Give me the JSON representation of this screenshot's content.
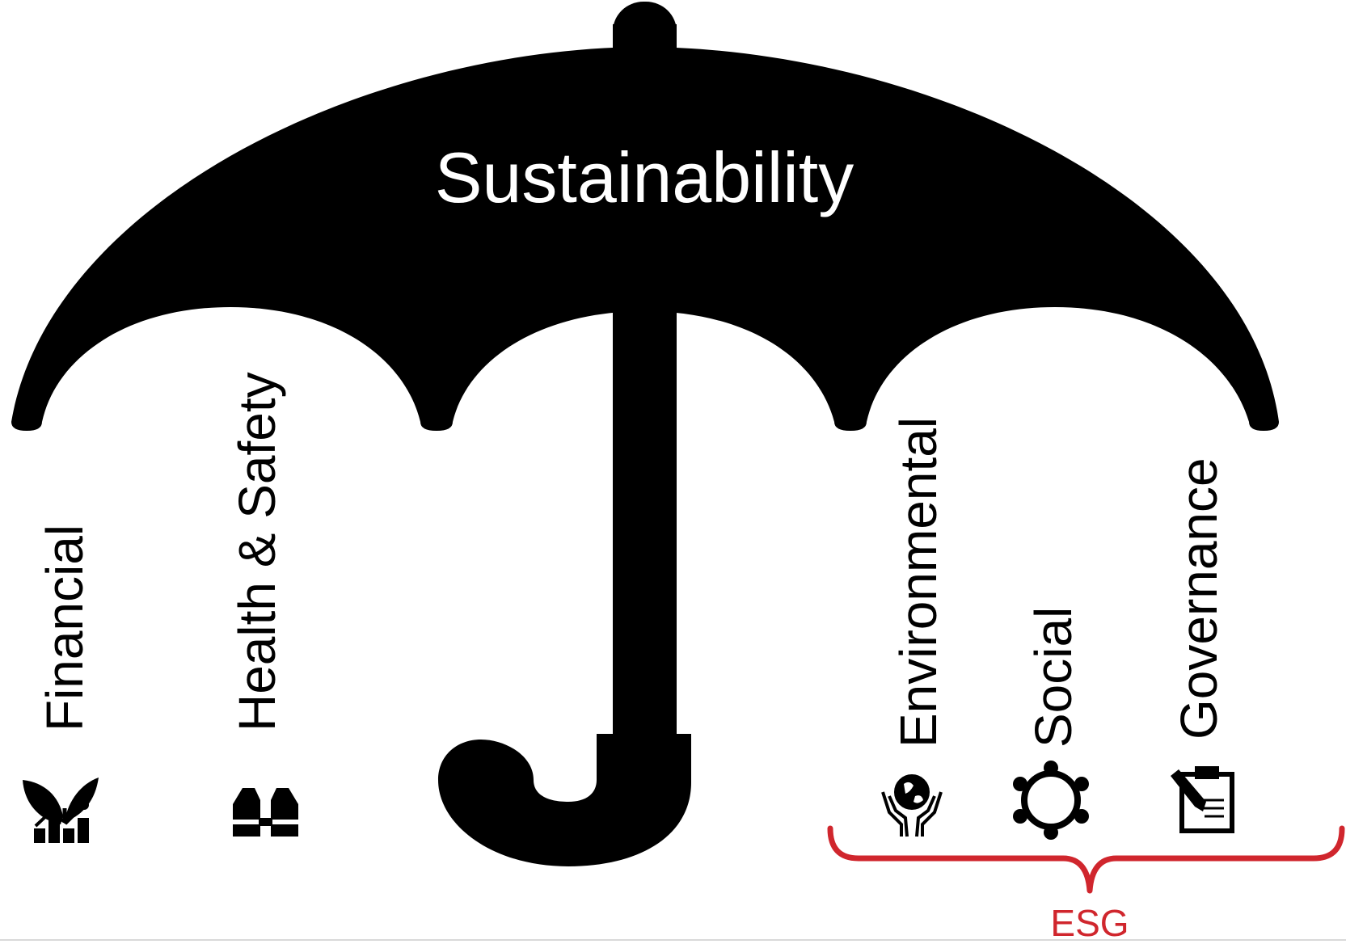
{
  "diagram": {
    "title": "Sustainability",
    "pillars": [
      {
        "label": "Financial",
        "icon": "financial-growth-icon"
      },
      {
        "label": "Health & Safety",
        "icon": "safety-vest-icon"
      },
      {
        "label": "Environmental",
        "icon": "globe-in-hands-icon"
      },
      {
        "label": "Social",
        "icon": "people-circle-icon"
      },
      {
        "label": "Governance",
        "icon": "clipboard-pen-icon"
      }
    ],
    "group": {
      "label": "ESG",
      "members": [
        "Environmental",
        "Social",
        "Governance"
      ]
    }
  },
  "colors": {
    "umbrella": "#000000",
    "title_text": "#ffffff",
    "labels": "#000000",
    "esg_accent": "#d0262d",
    "background": "#ffffff"
  }
}
